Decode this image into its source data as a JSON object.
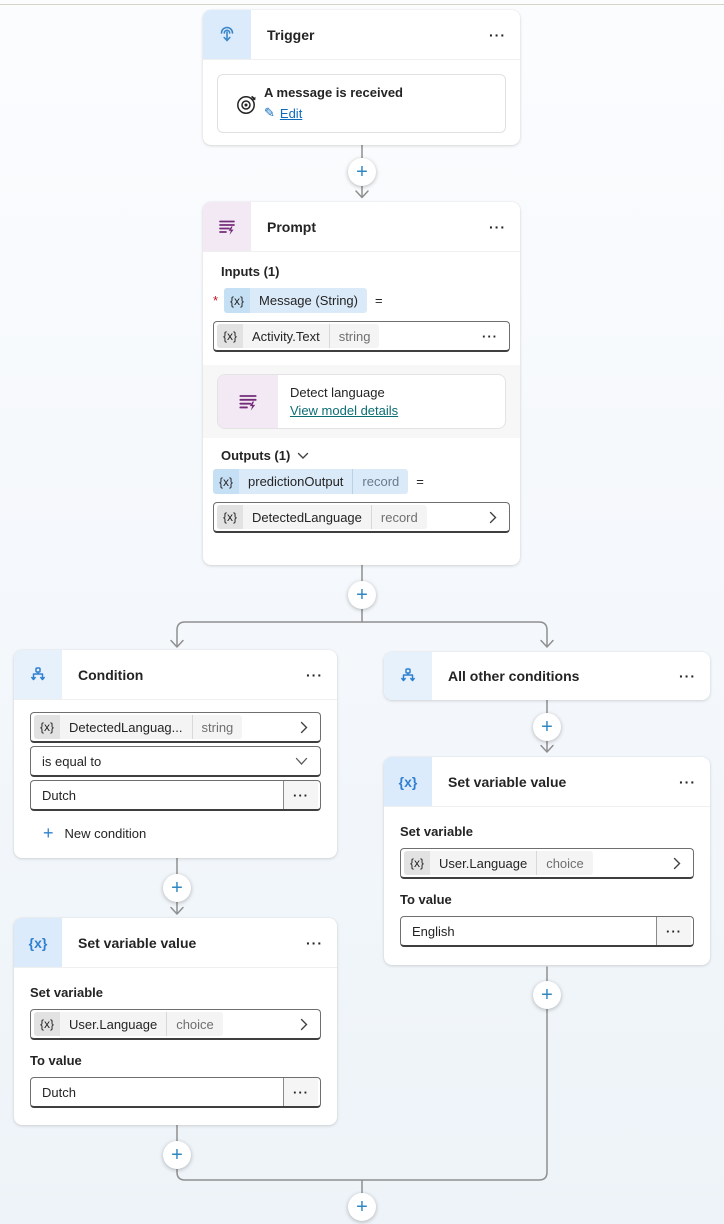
{
  "ui": {
    "more": "···",
    "plus": "+",
    "equals": "=",
    "required": "*",
    "token": "{x}"
  },
  "colors": {
    "accent_blue": "#2f80d0",
    "purple": "#742c79",
    "link_blue": "#0f6cbd",
    "link_teal": "#0c6e75",
    "connector": "#8f8f8f",
    "required_red": "#c50f1f"
  },
  "trigger": {
    "title": "Trigger",
    "node_title": "A message is received",
    "edit_label": "Edit"
  },
  "prompt": {
    "title": "Prompt",
    "inputs_header": "Inputs (1)",
    "input_token": "{x}",
    "input_name": "Message (String)",
    "value_token": "{x}",
    "value_name": "Activity.Text",
    "value_type": "string",
    "model_name": "Detect language",
    "model_link": "View model details",
    "outputs_header": "Outputs (1)",
    "output_token": "{x}",
    "output_name": "predictionOutput",
    "output_type": "record",
    "result_token": "{x}",
    "result_name": "DetectedLanguage",
    "result_type": "record"
  },
  "condition": {
    "title": "Condition",
    "operand_token": "{x}",
    "operand_name": "DetectedLanguag...",
    "operand_type": "string",
    "operator": "is equal to",
    "value": "Dutch",
    "new_condition_label": "New condition"
  },
  "other_condition": {
    "title": "All other conditions"
  },
  "set_variable_left": {
    "title": "Set variable value",
    "set_label": "Set variable",
    "variable_token": "{x}",
    "variable_name": "User.Language",
    "variable_type": "choice",
    "to_label": "To value",
    "value": "Dutch"
  },
  "set_variable_right": {
    "title": "Set variable value",
    "set_label": "Set variable",
    "variable_token": "{x}",
    "variable_name": "User.Language",
    "variable_type": "choice",
    "to_label": "To value",
    "value": "English"
  }
}
